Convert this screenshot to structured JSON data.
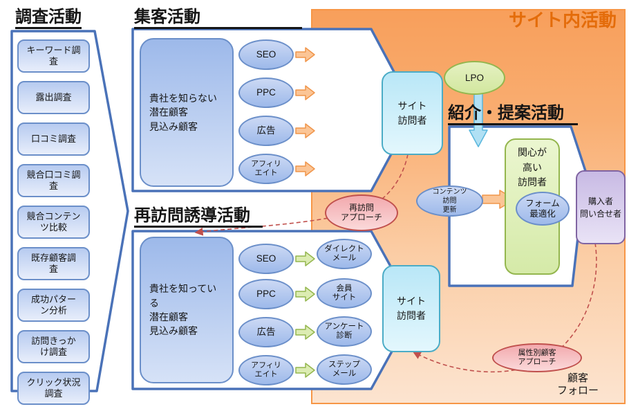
{
  "colors": {
    "orange-border": "#f79646",
    "orange-title": "#e46c0a",
    "container-stroke": "#4a72b8",
    "box-border": "#6b8fc9",
    "cyan-border": "#4bacc6",
    "green-border": "#94b64e",
    "purple-border": "#8064a2",
    "pink-border": "#c0504d",
    "dash-color": "#c0504d",
    "arrow-orange-fill": "#fbc596",
    "arrow-orange-stroke": "#f0954a",
    "arrow-green-fill": "#dcecb2",
    "arrow-green-stroke": "#94b64e",
    "arrow-cyan-fill": "#b0e0f4",
    "arrow-cyan-stroke": "#58b6dc"
  },
  "headers": {
    "research": "調査活動",
    "attract": "集客活動",
    "revisit": "再訪問誘導活動",
    "proposal": "紹介・提案活動",
    "onsite": "サイト内活動"
  },
  "research": {
    "items": [
      "キーワード調\n査",
      "露出調査",
      "口コミ調査",
      "競合口コミ調\n査",
      "競合コンテン\nツ比較",
      "既存顧客調\n査",
      "成功パター\nン分析",
      "訪問きっか\nけ調査",
      "クリック状況\n調査"
    ]
  },
  "attract": {
    "audience": "貴社を知らない\n潜在顧客\n見込み顧客",
    "channels": [
      "SEO",
      "PPC",
      "広告",
      "アフィリ\nエイト"
    ],
    "visitor": "サイト\n訪問者"
  },
  "revisit": {
    "audience": "貴社を知ってい\nる\n潜在顧客\n見込み顧客",
    "channels": [
      "SEO",
      "PPC",
      "広告",
      "アフィリ\nエイト"
    ],
    "tactics": [
      "ダイレクト\nメール",
      "会員\nサイト",
      "アンケート\n診断",
      "ステップ\nメール"
    ],
    "visitor": "サイト\n訪問者"
  },
  "onsite": {
    "lpo": "LPO",
    "interested": "関心が\n高い\n訪問者",
    "content_update": "コンテンツ\n訪問\n更新",
    "form_opt": "フォーム\n最適化",
    "buyer": "購入者\n問い合せ者",
    "revisit_approach": "再訪問\nアプローチ",
    "attribute_approach": "属性別顧客\nアプローチ",
    "follow": "顧客\nフォロー"
  }
}
